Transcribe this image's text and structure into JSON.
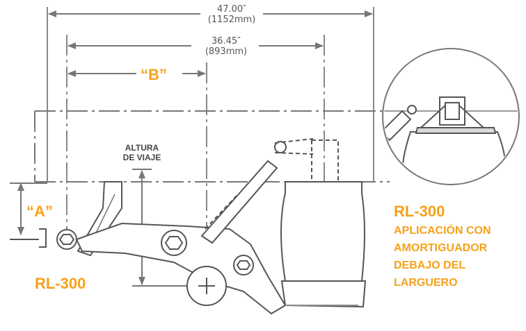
{
  "dimensions": {
    "overall_in": "47.00″",
    "overall_mm": "(1152mm)",
    "mid_in": "36.45″",
    "mid_mm": "(893mm)"
  },
  "labels": {
    "b_label": "“B”",
    "a_label": "“A”",
    "ride_height_line1": "ALTURA",
    "ride_height_line2": "DE VIAJE",
    "model_left": "RL-300",
    "model_right": "RL-300",
    "application_lines": [
      "APLICACIÓN CON",
      "AMORTIGUADOR",
      "DEBAJO DEL",
      "LARGUERO"
    ]
  },
  "colors": {
    "accent": "#f6a11a",
    "line": "#777777",
    "fill": "#ffffff",
    "shade": "#d9d9d9"
  }
}
